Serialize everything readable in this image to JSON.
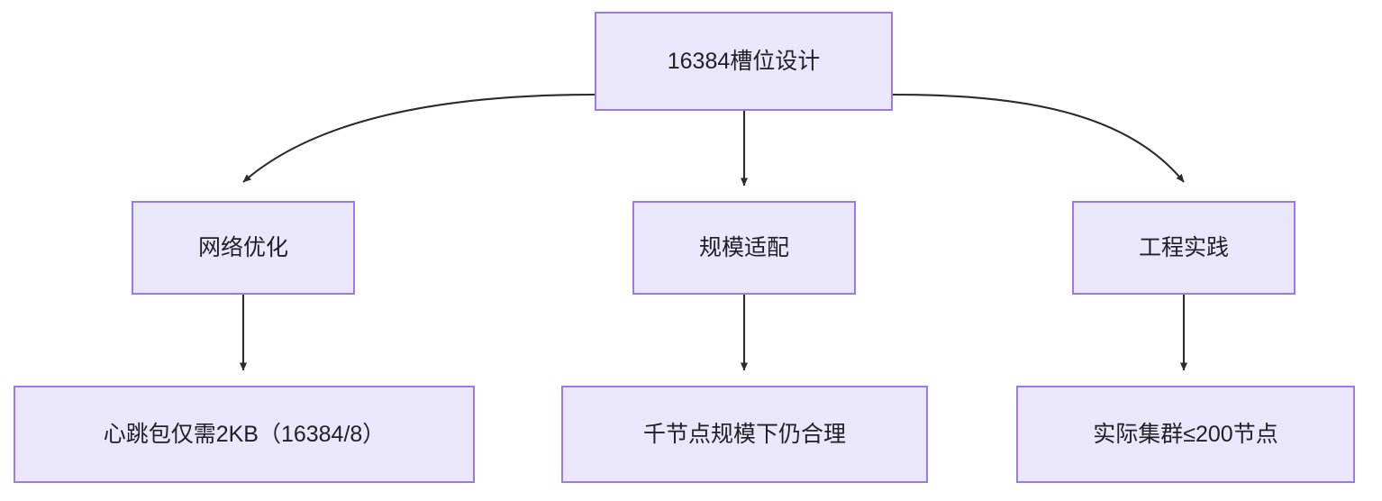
{
  "diagram": {
    "title": "16384槽位设计",
    "type": "flowchart",
    "direction": "top-down",
    "theme": {
      "node_fill": "#eae6fb",
      "node_border": "#9d78e8",
      "edge_color": "#2b2b2b",
      "text_color": "#1f2023",
      "background": "#ffffff"
    },
    "nodes": [
      {
        "id": "root",
        "label": "16384槽位设计",
        "tier": 0
      },
      {
        "id": "network",
        "label": "网络优化",
        "tier": 1
      },
      {
        "id": "scale",
        "label": "规模适配",
        "tier": 1
      },
      {
        "id": "engineering",
        "label": "工程实践",
        "tier": 1
      },
      {
        "id": "heartbeat",
        "label": "心跳包仅需2KB（16384/8）",
        "tier": 2
      },
      {
        "id": "thousand",
        "label": "千节点规模下仍合理",
        "tier": 2
      },
      {
        "id": "cluster",
        "label": "实际集群≤200节点",
        "tier": 2
      }
    ],
    "edges": [
      {
        "from": "root",
        "to": "network",
        "style": "curved",
        "arrow": "triangle"
      },
      {
        "from": "root",
        "to": "scale",
        "style": "straight",
        "arrow": "triangle"
      },
      {
        "from": "root",
        "to": "engineering",
        "style": "curved",
        "arrow": "triangle"
      },
      {
        "from": "network",
        "to": "heartbeat",
        "style": "straight",
        "arrow": "triangle"
      },
      {
        "from": "scale",
        "to": "thousand",
        "style": "straight",
        "arrow": "triangle"
      },
      {
        "from": "engineering",
        "to": "cluster",
        "style": "straight",
        "arrow": "triangle"
      }
    ]
  }
}
